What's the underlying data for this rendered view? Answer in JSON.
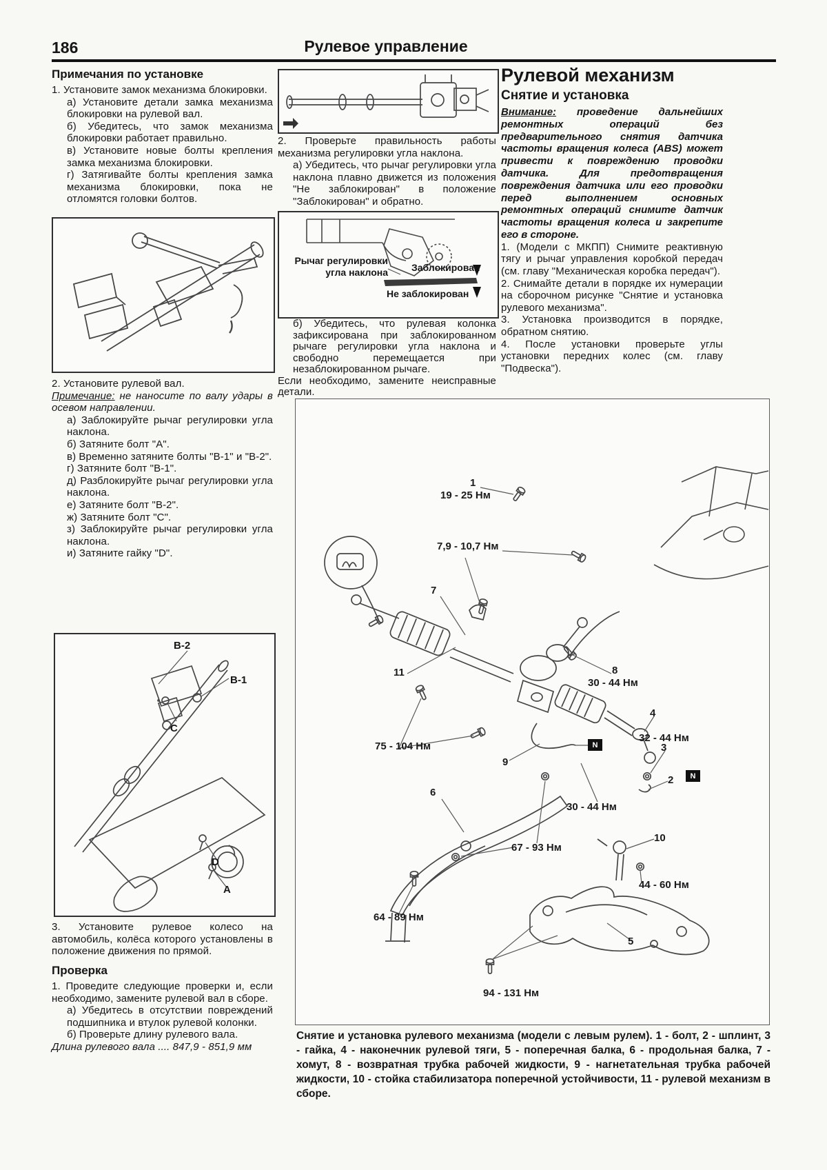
{
  "page": {
    "number": "186",
    "title": "Рулевое управление"
  },
  "left_column": {
    "heading1": "Примечания по установке",
    "item1": "1. Установите замок механизма блокировки.",
    "sub1": [
      "а) Установите детали замка механизма блокировки на рулевой вал.",
      "б) Убедитесь, что замок механизма блокировки работает правильно.",
      "в) Установите новые болты крепления замка механизма блокировки.",
      "г) Затягивайте болты крепления замка механизма блокировки, пока не отломятся головки болтов."
    ],
    "item2": "2. Установите рулевой вал.",
    "note_label": "Примечание:",
    "note_text": " не наносите по валу удары в осевом направлении.",
    "sub2": [
      "а) Заблокируйте рычаг регулировки угла наклона.",
      "б) Затяните болт \"А\".",
      "в) Временно затяните болты \"В-1\" и \"В-2\".",
      "г) Затяните болт \"В-1\".",
      "д) Разблокируйте рычаг регулировки угла наклона.",
      "е) Затяните болт \"В-2\".",
      "ж) Затяните болт \"С\".",
      "з) Заблокируйте рычаг регулировки угла наклона.",
      "и) Затяните гайку \"D\"."
    ],
    "fig2_labels": {
      "b2": "B-2",
      "b1": "B-1",
      "c": "C",
      "d": "D",
      "a": "A"
    },
    "item3": "3. Установите рулевое колесо на автомобиль, колёса которого установлены в положение движения по прямой.",
    "heading2": "Проверка",
    "check1": "1. Проведите следующие проверки и, если необходимо, замените рулевой вал в сборе.",
    "check_sub": [
      "а) Убедитесь в отсутствии повреждений подшипника и втулок рулевой колонки.",
      "б) Проверьте длину рулевого вала."
    ],
    "spec": "Длина рулевого вала .... 847,9 - 851,9 мм"
  },
  "middle_column": {
    "item2": "2. Проверьте правильность работы механизма регулировки угла наклона.",
    "sub_a": "а) Убедитесь, что рычаг регулировки угла наклона плавно движется из положения \"Не заблокирован\" в положение \"Заблокирован\" и обратно.",
    "fig_labels": {
      "lever": "Рычаг регулировки угла наклона",
      "locked": "Заблокирован",
      "unlocked": "Не заблокирован"
    },
    "sub_b": "б) Убедитесь, что рулевая колонка зафиксирована при заблокированном рычаге регулировки угла наклона и свободно перемещается при незаблокированном рычаге.",
    "closing": "Если необходимо, замените неисправные детали."
  },
  "right_column": {
    "title": "Рулевой механизм",
    "subtitle": "Снятие и установка",
    "warning_label": "Внимание:",
    "warning_text": " проведение дальнейших ремонтных операций без предварительного снятия датчика частоты вращения колеса (ABS) может привести к повреждению проводки датчика. Для предотвращения повреждения датчика или его проводки перед выполнением основных ремонтных операций снимите датчик частоты вращения колеса и закрепите его в стороне.",
    "steps": [
      "1. (Модели с МКПП) Снимите реактивную тягу и рычаг управления коробкой передач (см. главу \"Механическая коробка передач\").",
      "2. Снимайте детали в порядке их нумерации на сборочном рисунке \"Снятие и установка рулевого механизма\".",
      "3. Установка производится в порядке, обратном снятию.",
      "4. После установки проверьте углы установки передних колес (см. главу \"Подвеска\")."
    ]
  },
  "diagram": {
    "marker_glyph": "N",
    "labels": [
      "1",
      "19 - 25 Нм",
      "7,9 - 10,7 Нм",
      "7",
      "11",
      "8",
      "30 - 44 Нм",
      "75 - 104 Нм",
      "9",
      "4",
      "32 - 44 Нм",
      "3",
      "2",
      "30 - 44 Нм",
      "6",
      "67 - 93 Нм",
      "10",
      "44 - 60 Нм",
      "64 - 89 Нм",
      "5",
      "94 - 131 Нм"
    ],
    "caption_title": "Снятие и установка рулевого механизма (модели с левым рулем).",
    "caption_body": " 1 - болт, 2 - шплинт, 3 - гайка, 4 - наконечник рулевой тяги, 5 - поперечная балка, 6 - продольная балка, 7 - хомут, 8 - возвратная трубка рабочей жидкости, 9 - нагнетательная трубка рабочей жидкости, 10 - стойка стабилизатора поперечной устойчивости, 11 - рулевой механизм в сборе."
  }
}
